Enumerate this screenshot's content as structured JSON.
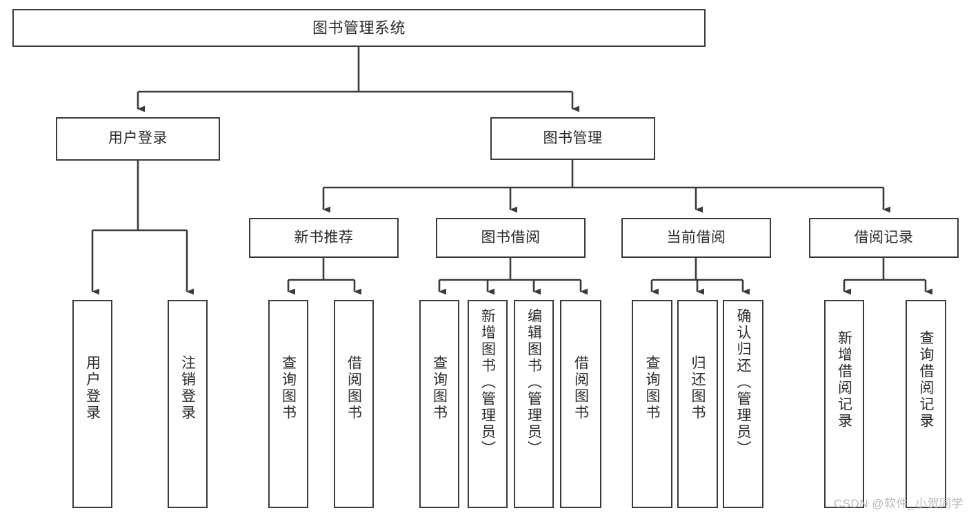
{
  "diagram": {
    "type": "tree",
    "title": "图书管理系统",
    "watermark": "CSDN @软件_小贺同学",
    "colors": {
      "box_border": "#3a3a3a",
      "box_fill": "#ffffff",
      "edge": "#3a3a3a",
      "text": "#2b2b2b",
      "watermark": "#b9b9b9",
      "background": "#ffffff"
    },
    "nodes": {
      "root": {
        "label": "图书管理系统"
      },
      "level2": [
        {
          "id": "user-login",
          "label": "用户登录"
        },
        {
          "id": "book-management",
          "label": "图书管理"
        }
      ],
      "level3": [
        {
          "id": "new-book-recommend",
          "label": "新书推荐"
        },
        {
          "id": "book-borrow",
          "label": "图书借阅"
        },
        {
          "id": "current-borrow",
          "label": "当前借阅"
        },
        {
          "id": "borrow-record",
          "label": "借阅记录"
        }
      ],
      "leaves": {
        "user-login": [
          {
            "id": "leaf-user-login",
            "label": "用户登录"
          },
          {
            "id": "leaf-logout-login",
            "label": "注销登录"
          }
        ],
        "new-book-recommend": [
          {
            "id": "leaf-query-book-1",
            "label": "查询图书"
          },
          {
            "id": "leaf-borrow-book-1",
            "label": "借阅图书"
          }
        ],
        "book-borrow": [
          {
            "id": "leaf-query-book-2",
            "label": "查询图书"
          },
          {
            "id": "leaf-add-book",
            "label": "新增图书（管理员）"
          },
          {
            "id": "leaf-edit-book",
            "label": "编辑图书（管理员）"
          },
          {
            "id": "leaf-borrow-book-2",
            "label": "借阅图书"
          }
        ],
        "current-borrow": [
          {
            "id": "leaf-query-book-3",
            "label": "查询图书"
          },
          {
            "id": "leaf-return-book",
            "label": "归还图书"
          },
          {
            "id": "leaf-confirm-return",
            "label": "确认归还（管理员）"
          }
        ],
        "borrow-record": [
          {
            "id": "leaf-add-record",
            "label": "新增借阅记录"
          },
          {
            "id": "leaf-query-record",
            "label": "查询借阅记录"
          }
        ]
      }
    },
    "edges": [
      {
        "from": "root",
        "to": "user-login"
      },
      {
        "from": "root",
        "to": "book-management"
      },
      {
        "from": "user-login",
        "to": "leaf-user-login"
      },
      {
        "from": "user-login",
        "to": "leaf-logout-login"
      },
      {
        "from": "book-management",
        "to": "new-book-recommend"
      },
      {
        "from": "book-management",
        "to": "book-borrow"
      },
      {
        "from": "book-management",
        "to": "current-borrow"
      },
      {
        "from": "book-management",
        "to": "borrow-record"
      },
      {
        "from": "new-book-recommend",
        "to": "leaf-query-book-1"
      },
      {
        "from": "new-book-recommend",
        "to": "leaf-borrow-book-1"
      },
      {
        "from": "book-borrow",
        "to": "leaf-query-book-2"
      },
      {
        "from": "book-borrow",
        "to": "leaf-add-book"
      },
      {
        "from": "book-borrow",
        "to": "leaf-edit-book"
      },
      {
        "from": "book-borrow",
        "to": "leaf-borrow-book-2"
      },
      {
        "from": "current-borrow",
        "to": "leaf-query-book-3"
      },
      {
        "from": "current-borrow",
        "to": "leaf-return-book"
      },
      {
        "from": "current-borrow",
        "to": "leaf-confirm-return"
      },
      {
        "from": "borrow-record",
        "to": "leaf-add-record"
      },
      {
        "from": "borrow-record",
        "to": "leaf-query-record"
      }
    ]
  }
}
